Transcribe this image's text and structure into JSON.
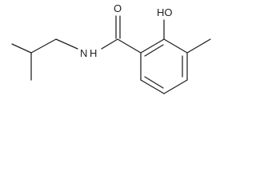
{
  "molecule": {
    "atoms": {
      "carbonyl_oxygen": "O",
      "hydroxyl_group": "HO",
      "amide_nitrogen": "N",
      "amide_hydrogen": "H"
    },
    "colors": {
      "bond": "#1f1f1f",
      "label": "#1f1f1f",
      "background": "#ffffff"
    }
  }
}
